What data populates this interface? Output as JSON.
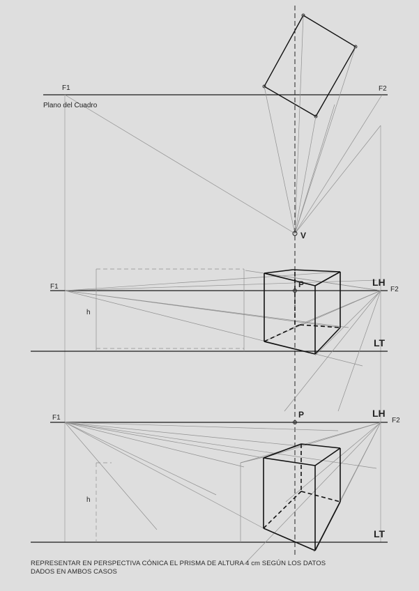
{
  "labels": {
    "f1": "F1",
    "f2": "F2",
    "plano_del_cuadro": "Plano del Cuadro",
    "v": "V",
    "p": "P",
    "h": "h",
    "lh": "LH",
    "lt": "LT"
  },
  "footer": {
    "line1": "REPRESENTAR EN PERSPECTIVA CÓNICA EL PRISMA DE ALTURA 4 cm SEGÚN LOS DATOS",
    "line2": "DADOS EN AMBOS CASOS"
  },
  "colors": {
    "paper": "#dedede",
    "ink": "#111111",
    "construction": "#8a8a8a"
  }
}
